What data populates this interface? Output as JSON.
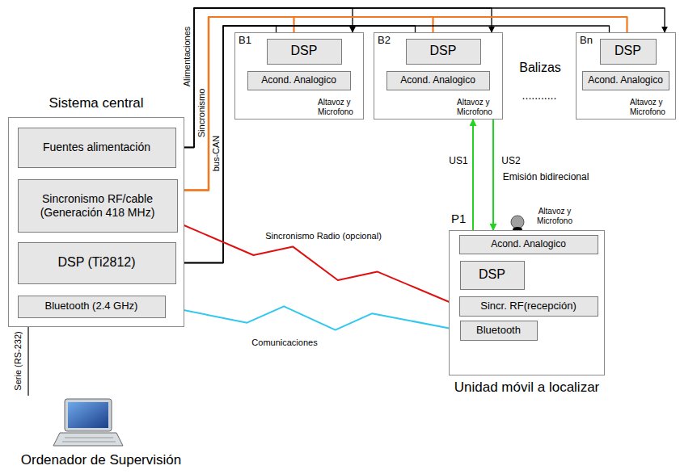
{
  "diagram": {
    "nodes": [
      {
        "text": [
          "Sistema central"
        ]
      },
      {
        "text": [
          "Fuentes alimentación"
        ],
        "in": 0
      },
      {
        "text": [
          "Sincronismo RF/cable (Generación 418 MHz)"
        ],
        "in": 0
      },
      {
        "text": [
          "DSP (Ti2812)"
        ],
        "in": 0
      },
      {
        "text": [
          "Bluetooth (2.4 GHz)"
        ],
        "in": 0
      },
      {
        "text": [
          "B1",
          "Altavoz y Microfono"
        ]
      },
      {
        "text": [
          "DSP"
        ],
        "in": 5
      },
      {
        "text": [
          "Acond. Analogico"
        ],
        "in": 5
      },
      {
        "text": [
          "B2",
          "Altavoz y Microfono"
        ]
      },
      {
        "text": [
          "DSP"
        ],
        "in": 8
      },
      {
        "text": [
          "Acond. Analogico"
        ],
        "in": 8
      },
      {
        "text": [
          "Bn",
          "Altavoz y Microfono"
        ]
      },
      {
        "text": [
          "DSP"
        ],
        "in": 11
      },
      {
        "text": [
          "Acond. Analogico"
        ],
        "in": 11
      },
      {
        "text": [
          "P1",
          "Altavoz y Microfono",
          "Unidad móvil a localizar"
        ]
      },
      {
        "text": [
          "Acond. Analogico"
        ],
        "in": 14
      },
      {
        "text": [
          "DSP"
        ],
        "in": 14
      },
      {
        "text": [
          "Sincr. RF(recepción)"
        ],
        "in": 14
      },
      {
        "text": [
          "Bluetooth"
        ],
        "in": 14
      },
      {
        "text": [
          "Ordenador de Supervisión"
        ]
      }
    ],
    "edges": [
      {
        "from": 1,
        "to": 5,
        "arrow": "to"
      },
      {
        "from": 1,
        "to": 8,
        "arrow": "to"
      },
      {
        "from": 1,
        "to": 11,
        "arrow": "to"
      },
      {
        "from": 2,
        "to": 6,
        "arrow": "to"
      },
      {
        "from": 2,
        "to": 9,
        "arrow": "to"
      },
      {
        "from": 2,
        "to": 12,
        "arrow": "to"
      },
      {
        "from": 3,
        "to": 6,
        "arrow": "both"
      },
      {
        "from": 3,
        "to": 9,
        "arrow": "both"
      },
      {
        "from": 3,
        "to": 12,
        "arrow": "both"
      },
      {
        "from": 2,
        "to": 17,
        "label": "Sincronismo Radio (opcional)",
        "arrow": "to"
      },
      {
        "from": 4,
        "to": 18,
        "label": "Comunicaciones",
        "arrow": "both"
      },
      {
        "from": 14,
        "to": 8,
        "label": "US1",
        "arrow": "to"
      },
      {
        "from": 8,
        "to": 14,
        "label": "US2",
        "arrow": "to"
      },
      {
        "from": 0,
        "to": 19,
        "label": "Serie (RS-232)",
        "arrow": "none"
      }
    ],
    "labels": [
      "Alimentaciones",
      "Sincronismo",
      "bus-CAN",
      "Balizas",
      "...........",
      "Emisión bidirecional"
    ]
  }
}
